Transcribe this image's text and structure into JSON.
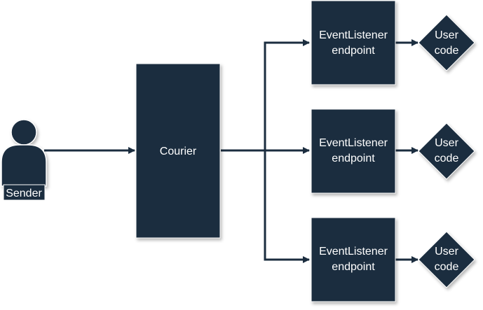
{
  "colors": {
    "node_fill": "#1b2d3f",
    "connector": "#1b2d3f",
    "text": "#ffffff",
    "background": "#ffffff"
  },
  "sender": {
    "icon": "person-icon",
    "label": "Sender"
  },
  "courier": {
    "label": "Courier"
  },
  "listeners": [
    {
      "line1": "EventListener",
      "line2": "endpoint",
      "user_line1": "User",
      "user_line2": "code"
    },
    {
      "line1": "EventListener",
      "line2": "endpoint",
      "user_line1": "User",
      "user_line2": "code"
    },
    {
      "line1": "EventListener",
      "line2": "endpoint",
      "user_line1": "User",
      "user_line2": "code"
    }
  ]
}
